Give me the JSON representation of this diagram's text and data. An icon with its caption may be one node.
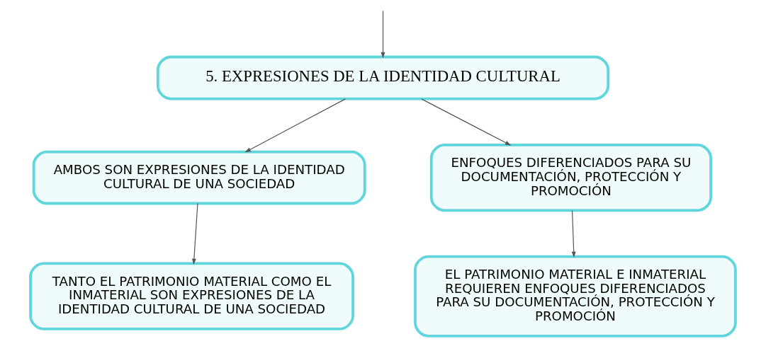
{
  "diagram": {
    "nodes": [
      {
        "text": [
          "5. EXPRESIONES DE LA IDENTIDAD CULTURAL"
        ]
      },
      {
        "text": [
          "AMBOS SON EXPRESIONES DE LA IDENTIDAD CULTURAL DE UNA SOCIEDAD"
        ]
      },
      {
        "text": [
          "ENFOQUES DIFERENCIADOS PARA SU DOCUMENTACIÓN, PROTECCIÓN Y PROMOCIÓN"
        ]
      },
      {
        "text": [
          "TANTO EL PATRIMONIO MATERIAL COMO EL INMATERIAL SON EXPRESIONES DE LA IDENTIDAD CULTURAL DE UNA SOCIEDAD"
        ]
      },
      {
        "text": [
          "EL PATRIMONIO MATERIAL E INMATERIAL REQUIEREN ENFOQUES DIFERENCIADOS PARA SU DOCUMENTACIÓN, PROTECCIÓN Y PROMOCIÓN"
        ]
      }
    ],
    "edges": [
      {
        "from": null,
        "to": 0,
        "arrow": "to"
      },
      {
        "from": 0,
        "to": 1,
        "arrow": "to"
      },
      {
        "from": 0,
        "to": 2,
        "arrow": "to"
      },
      {
        "from": 1,
        "to": 3,
        "arrow": "to"
      },
      {
        "from": 2,
        "to": 4,
        "arrow": "to"
      }
    ]
  }
}
